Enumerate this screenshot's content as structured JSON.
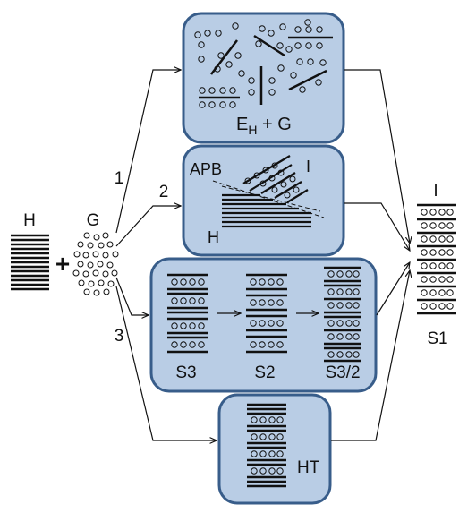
{
  "labels": {
    "host": "H",
    "guest": "G",
    "plus": "+",
    "path1": "1",
    "path2": "2",
    "path3": "3",
    "box1_caption_main": "E",
    "box1_caption_sub": "H",
    "box1_caption_rest": " + G",
    "box2_apb": "APB",
    "box2_i": "I",
    "box2_h": "H",
    "box3_s3": "S3",
    "box3_s2": "S2",
    "box3_s32": "S3/2",
    "box4_ht": "HT",
    "product_i": "I",
    "product_s1": "S1"
  },
  "colors": {
    "box_fill": "#b9cde5",
    "box_stroke": "#385d8a",
    "ink": "#111111"
  }
}
